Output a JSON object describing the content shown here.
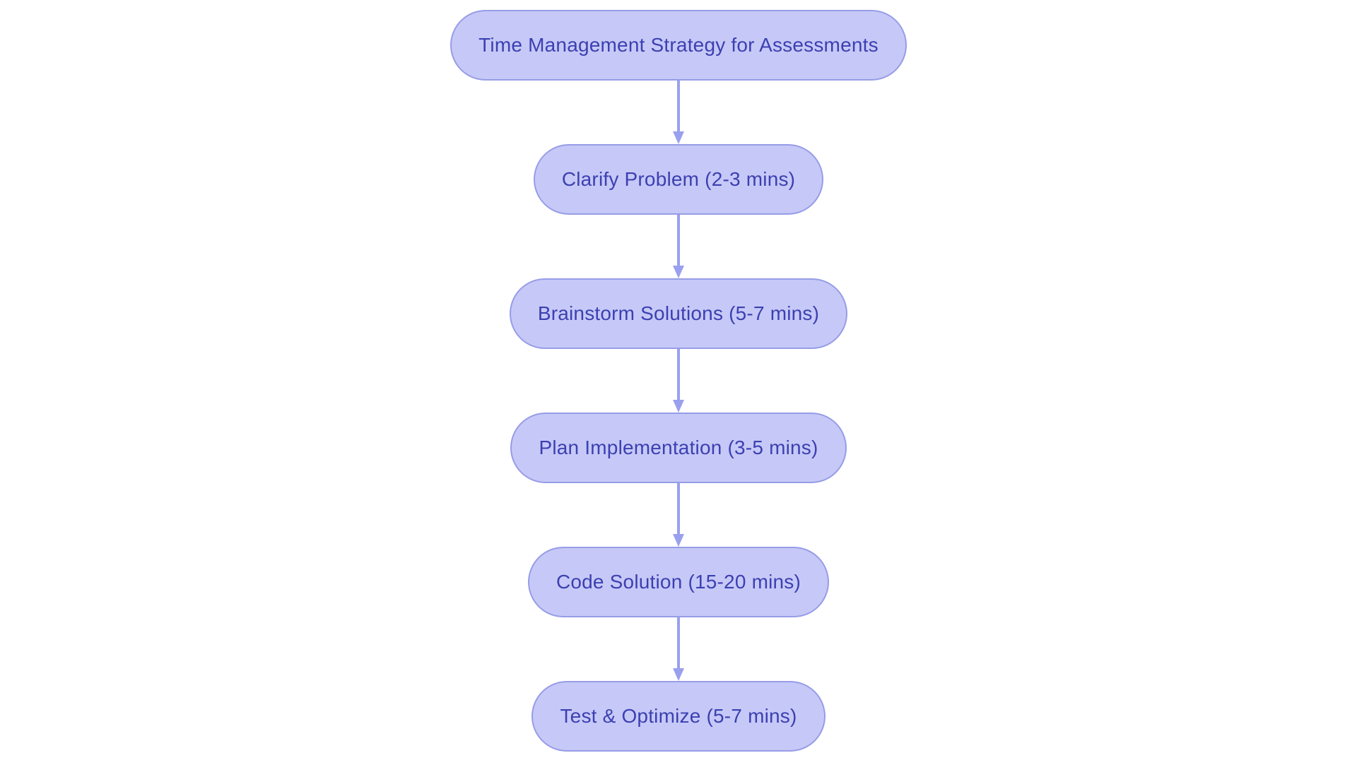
{
  "diagram": {
    "type": "flowchart",
    "direction": "top-down",
    "nodes": [
      {
        "id": "title",
        "label": "Time Management Strategy for Assessments"
      },
      {
        "id": "clarify",
        "label": "Clarify Problem (2-3 mins)"
      },
      {
        "id": "brainstorm",
        "label": "Brainstorm Solutions (5-7 mins)"
      },
      {
        "id": "plan",
        "label": "Plan Implementation (3-5 mins)"
      },
      {
        "id": "code",
        "label": "Code Solution (15-20 mins)"
      },
      {
        "id": "test",
        "label": "Test & Optimize (5-7 mins)"
      }
    ],
    "edges": [
      {
        "from": "title",
        "to": "clarify"
      },
      {
        "from": "clarify",
        "to": "brainstorm"
      },
      {
        "from": "brainstorm",
        "to": "plan"
      },
      {
        "from": "plan",
        "to": "code"
      },
      {
        "from": "code",
        "to": "test"
      }
    ],
    "colors": {
      "background": "#ffffff",
      "node_fill": "#c6c9f7",
      "node_border": "#979ce7",
      "node_text": "#3c40b1",
      "arrow": "#9aa0ee"
    }
  }
}
